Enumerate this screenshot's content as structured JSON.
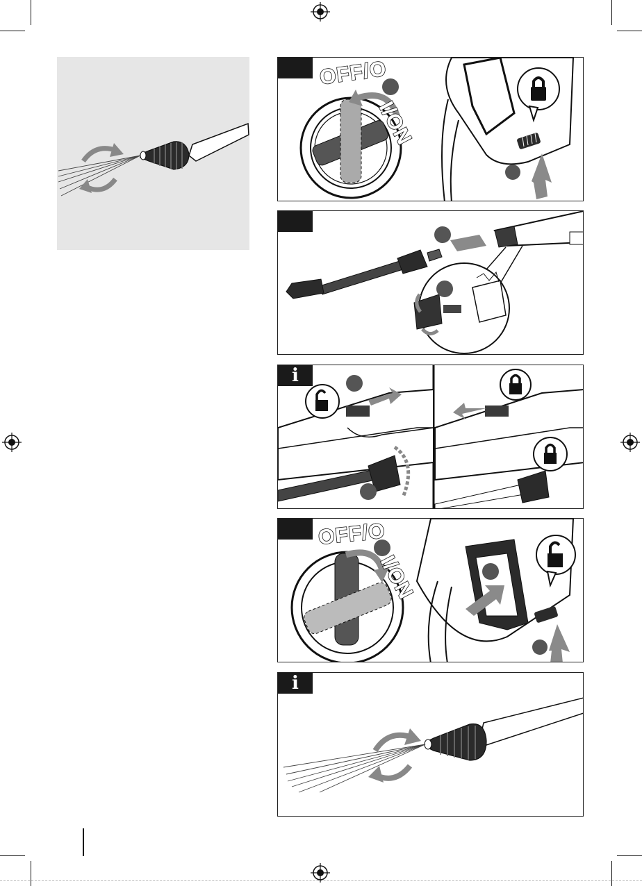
{
  "panels": {
    "left_nozzle": {
      "name": "nozzle-spray-illustration"
    },
    "p1": {
      "tab": "",
      "dial_off": "OFF/O",
      "dial_on": "I/ON"
    },
    "p2": {
      "tab": ""
    },
    "p3": {
      "tab": "i"
    },
    "p4": {
      "tab": "",
      "dial_off": "OFF/O",
      "dial_on": "I/ON"
    },
    "p5": {
      "tab": "i"
    }
  },
  "colors": {
    "panel_border": "#222222",
    "tab_bg": "#1a1a1a",
    "arrow_gray": "#8a8a8a",
    "left_panel_bg": "#e6e6e6"
  },
  "icons": [
    "lock-closed-icon",
    "lock-open-icon",
    "registration-mark-icon",
    "rotate-arrow-icon"
  ]
}
